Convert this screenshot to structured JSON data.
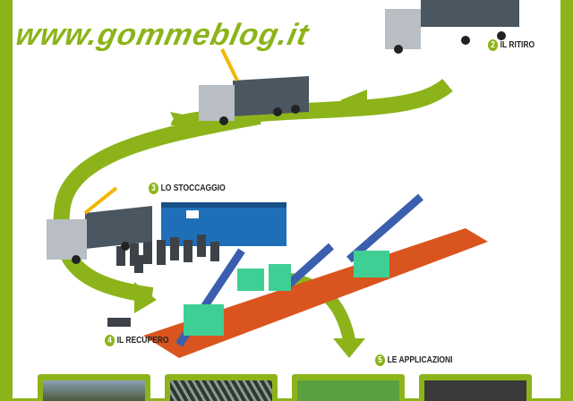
{
  "watermark": "www.gommeblog.it",
  "steps": [
    {
      "num": "2",
      "label": "IL RITIRO"
    },
    {
      "num": "3",
      "label": "LO STOCCAGGIO"
    },
    {
      "num": "4",
      "label": "IL RECUPERO"
    },
    {
      "num": "5",
      "label": "LE APPLICAZIONI"
    }
  ],
  "colors": {
    "brand_green": "#8cb41a",
    "floor": "#d9541e",
    "building": "#1f6fb8"
  }
}
